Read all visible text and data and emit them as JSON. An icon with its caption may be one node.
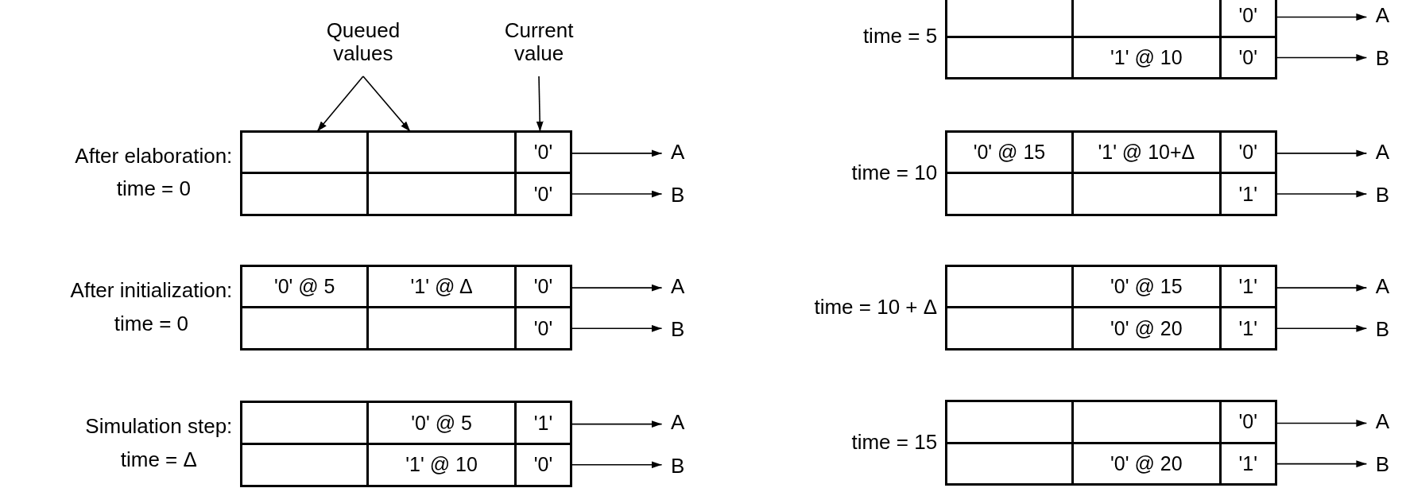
{
  "diagram": {
    "nodes": [
      {
        "text": [
          "Queued values"
        ]
      },
      {
        "text": [
          "Current value"
        ]
      },
      {
        "text": [],
        "shape": "box",
        "beside": [
          "After elaboration:",
          "time = 0"
        ]
      },
      {
        "text": [],
        "shape": "box",
        "in": 2
      },
      {
        "text": [],
        "shape": "box",
        "in": 2
      },
      {
        "text": [
          "'0'"
        ],
        "in": 2
      },
      {
        "text": [],
        "shape": "box",
        "in": 2
      },
      {
        "text": [],
        "shape": "box",
        "in": 2
      },
      {
        "text": [
          "'0'"
        ],
        "in": 2
      },
      {
        "text": [
          "A"
        ]
      },
      {
        "text": [
          "B"
        ]
      },
      {
        "text": [],
        "shape": "box",
        "beside": [
          "After initialization:",
          "time = 0"
        ]
      },
      {
        "text": [
          "'0' @ 5"
        ],
        "in": 11
      },
      {
        "text": [
          "'1' @ Δ"
        ],
        "in": 11
      },
      {
        "text": [
          "'0'"
        ],
        "in": 11
      },
      {
        "text": [],
        "shape": "box",
        "in": 11
      },
      {
        "text": [],
        "shape": "box",
        "in": 11
      },
      {
        "text": [
          "'0'"
        ],
        "in": 11
      },
      {
        "text": [
          "A"
        ]
      },
      {
        "text": [
          "B"
        ]
      },
      {
        "text": [],
        "shape": "box",
        "beside": [
          "Simulation step:",
          "time = Δ"
        ]
      },
      {
        "text": [],
        "shape": "box",
        "in": 20
      },
      {
        "text": [
          "'0' @ 5"
        ],
        "in": 20
      },
      {
        "text": [
          "'1'"
        ],
        "in": 20
      },
      {
        "text": [],
        "shape": "box",
        "in": 20
      },
      {
        "text": [
          "'1' @ 10"
        ],
        "in": 20
      },
      {
        "text": [
          "'0'"
        ],
        "in": 20
      },
      {
        "text": [
          "A"
        ]
      },
      {
        "text": [
          "B"
        ]
      },
      {
        "text": [],
        "shape": "box",
        "beside": [
          "time = 5"
        ]
      },
      {
        "text": [],
        "shape": "box",
        "in": 29
      },
      {
        "text": [],
        "shape": "box",
        "in": 29
      },
      {
        "text": [
          "'0'"
        ],
        "in": 29
      },
      {
        "text": [],
        "shape": "box",
        "in": 29
      },
      {
        "text": [
          "'1' @ 10"
        ],
        "in": 29
      },
      {
        "text": [
          "'0'"
        ],
        "in": 29
      },
      {
        "text": [
          "A"
        ]
      },
      {
        "text": [
          "B"
        ]
      },
      {
        "text": [],
        "shape": "box",
        "beside": [
          "time = 10"
        ]
      },
      {
        "text": [
          "'0' @ 15"
        ],
        "in": 38
      },
      {
        "text": [
          "'1' @ 10+Δ"
        ],
        "in": 38
      },
      {
        "text": [
          "'0'"
        ],
        "in": 38
      },
      {
        "text": [],
        "shape": "box",
        "in": 38
      },
      {
        "text": [],
        "shape": "box",
        "in": 38
      },
      {
        "text": [
          "'1'"
        ],
        "in": 38
      },
      {
        "text": [
          "A"
        ]
      },
      {
        "text": [
          "B"
        ]
      },
      {
        "text": [],
        "shape": "box",
        "beside": [
          "time = 10 + Δ"
        ]
      },
      {
        "text": [],
        "shape": "box",
        "in": 47
      },
      {
        "text": [
          "'0' @ 15"
        ],
        "in": 47
      },
      {
        "text": [
          "'1'"
        ],
        "in": 47
      },
      {
        "text": [],
        "shape": "box",
        "in": 47
      },
      {
        "text": [
          "'0' @ 20"
        ],
        "in": 47
      },
      {
        "text": [
          "'1'"
        ],
        "in": 47
      },
      {
        "text": [
          "A"
        ]
      },
      {
        "text": [
          "B"
        ]
      },
      {
        "text": [],
        "shape": "box",
        "beside": [
          "time = 15"
        ]
      },
      {
        "text": [],
        "shape": "box",
        "in": 56
      },
      {
        "text": [],
        "shape": "box",
        "in": 56
      },
      {
        "text": [
          "'0'"
        ],
        "in": 56
      },
      {
        "text": [],
        "shape": "box",
        "in": 56
      },
      {
        "text": [
          "'0' @ 20"
        ],
        "in": 56
      },
      {
        "text": [
          "'1'"
        ],
        "in": 56
      },
      {
        "text": [
          "A"
        ]
      },
      {
        "text": [
          "B"
        ]
      }
    ],
    "edges": [
      {
        "from": 0,
        "to": 3,
        "arrow": "to"
      },
      {
        "from": 0,
        "to": 4,
        "arrow": "to"
      },
      {
        "from": 1,
        "to": 5,
        "arrow": "to"
      },
      {
        "from": 5,
        "to": 9,
        "arrow": "to"
      },
      {
        "from": 8,
        "to": 10,
        "arrow": "to"
      },
      {
        "from": 14,
        "to": 18,
        "arrow": "to"
      },
      {
        "from": 17,
        "to": 19,
        "arrow": "to"
      },
      {
        "from": 23,
        "to": 27,
        "arrow": "to"
      },
      {
        "from": 26,
        "to": 28,
        "arrow": "to"
      },
      {
        "from": 32,
        "to": 36,
        "arrow": "to"
      },
      {
        "from": 35,
        "to": 37,
        "arrow": "to"
      },
      {
        "from": 41,
        "to": 45,
        "arrow": "to"
      },
      {
        "from": 44,
        "to": 46,
        "arrow": "to"
      },
      {
        "from": 50,
        "to": 54,
        "arrow": "to"
      },
      {
        "from": 53,
        "to": 55,
        "arrow": "to"
      },
      {
        "from": 59,
        "to": 63,
        "arrow": "to"
      },
      {
        "from": 62,
        "to": 64,
        "arrow": "to"
      }
    ]
  }
}
